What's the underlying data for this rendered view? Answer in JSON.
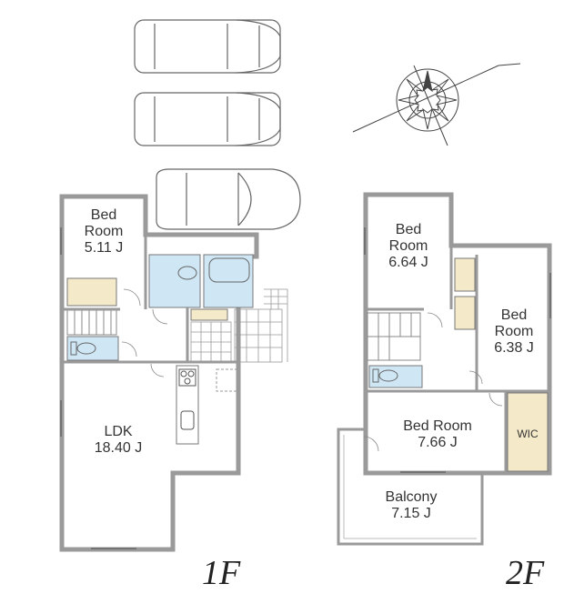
{
  "first_floor": {
    "floor_label": "1F",
    "rooms": [
      {
        "id": "bedroom",
        "name_line1": "Bed",
        "name_line2": "Room",
        "size": "5.11 J"
      },
      {
        "id": "ldk",
        "name_line1": "LDK",
        "size": "18.40 J"
      }
    ]
  },
  "second_floor": {
    "floor_label": "2F",
    "rooms": [
      {
        "id": "bedroom_a",
        "name_line1": "Bed",
        "name_line2": "Room",
        "size": "6.64 J"
      },
      {
        "id": "bedroom_b",
        "name_line1": "Bed",
        "name_line2": "Room",
        "size": "6.38 J"
      },
      {
        "id": "bedroom_c",
        "name_line1": "Bed Room",
        "size": "7.66 J"
      },
      {
        "id": "wic",
        "name_line1": "WIC"
      },
      {
        "id": "balcony",
        "name_line1": "Balcony",
        "size": "7.15 J"
      }
    ]
  },
  "colors": {
    "wall": "#9a9a9a",
    "wet_area": "#cfe6f5",
    "storage": "#f4e9c8",
    "line": "#555555"
  },
  "icons": [
    "car-icon",
    "compass-icon",
    "toilet-icon",
    "bathtub-icon",
    "stove-icon",
    "sink-icon"
  ]
}
